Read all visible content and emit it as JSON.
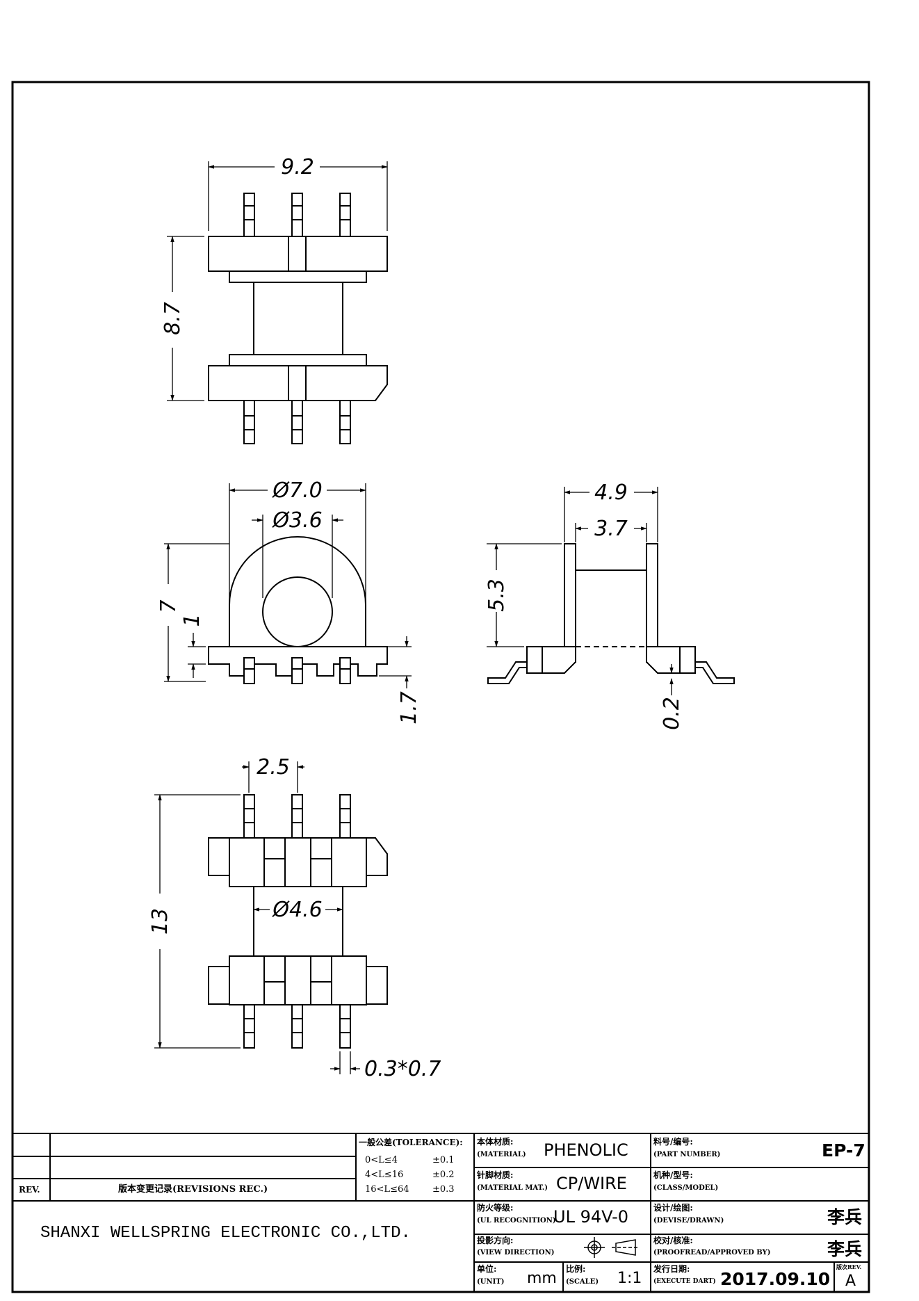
{
  "dimensions": {
    "front_width": "9.2",
    "front_height": "8.7",
    "top_outer_dia": "Ø7.0",
    "top_inner_dia": "Ø3.6",
    "top_height": "7",
    "top_flange": "1",
    "top_pin_height": "1.7",
    "side_outer": "4.9",
    "side_inner": "3.7",
    "side_height": "5.3",
    "side_pin": "0.2",
    "bottom_pitch": "2.5",
    "bottom_length": "13",
    "bottom_core_dia": "Ø4.6",
    "bottom_pin_size": "0.3*0.7"
  },
  "title_block": {
    "rev_label": "REV.",
    "revisions_label": "版本变更记录(REVISIONS REC.)",
    "tolerance_label": "一般公差(TOLERANCE):",
    "tolerance_rows": [
      {
        "range": "0<L≤4",
        "value": "±0.1"
      },
      {
        "range": "4<L≤16",
        "value": "±0.2"
      },
      {
        "range": "16<L≤64",
        "value": "±0.3"
      }
    ],
    "company": "SHANXI WELLSPRING ELECTRONIC CO.,LTD.",
    "material_label_cn": "本体材质:",
    "material_label_en": "(MATERIAL)",
    "material_value": "PHENOLIC",
    "pin_material_label_cn": "针脚材质:",
    "pin_material_label_en": "(MATERIAL MAT.)",
    "pin_material_value": "CP/WIRE",
    "fire_label_cn": "防火等级:",
    "fire_label_en": "(UL RECOGNITION)",
    "fire_value": "UL 94V-0",
    "view_label_cn": "投影方向:",
    "view_label_en": "(VIEW DIRECTION)",
    "unit_label_cn": "单位:",
    "unit_label_en": "(UNIT)",
    "unit_value": "mm",
    "scale_label_cn": "比例:",
    "scale_label_en": "(SCALE)",
    "scale_value": "1:1",
    "part_label_cn": "料号/编号:",
    "part_label_en": "(PART NUMBER)",
    "part_value": "EP-7",
    "class_label_cn": "机种/型号:",
    "class_label_en": "(CLASS/MODEL)",
    "devise_label_cn": "设计/绘图:",
    "devise_label_en": "(DEVISE/DRAWN)",
    "devise_value": "李兵",
    "proof_label_cn": "校对/核准:",
    "proof_label_en": "(PROOFREAD/APPROVED BY)",
    "proof_value": "李兵",
    "date_label_cn": "发行日期:",
    "date_label_en": "(EXECUTE DART)",
    "date_value": "2017.09.10",
    "rev_box_label": "版次REV.",
    "rev_box_value": "A"
  }
}
